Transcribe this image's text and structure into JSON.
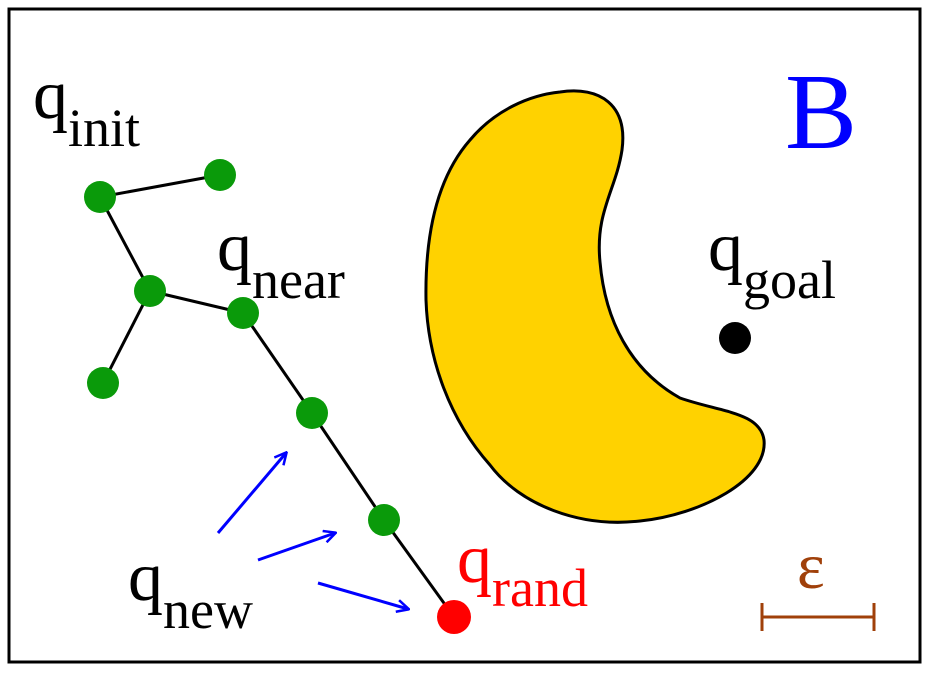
{
  "colors": {
    "frame": "#000000",
    "tree_node": "#0a9a0a",
    "tree_edge": "#000000",
    "obstacle_fill": "#ffd200",
    "obstacle_stroke": "#000000",
    "random_point": "#ff0000",
    "goal_point": "#000000",
    "arrow": "#0000ff",
    "region_label": "#0000ff",
    "epsilon": "#a0400a"
  },
  "labels": {
    "region": "B",
    "q_init": {
      "main": "q",
      "sub": "init"
    },
    "q_near": {
      "main": "q",
      "sub": "near"
    },
    "q_goal": {
      "main": "q",
      "sub": "goal"
    },
    "q_new": {
      "main": "q",
      "sub": "new"
    },
    "q_rand": {
      "main": "q",
      "sub": "rand"
    },
    "epsilon": "ε"
  },
  "tree": {
    "node_count": 8,
    "edge_count": 7
  }
}
